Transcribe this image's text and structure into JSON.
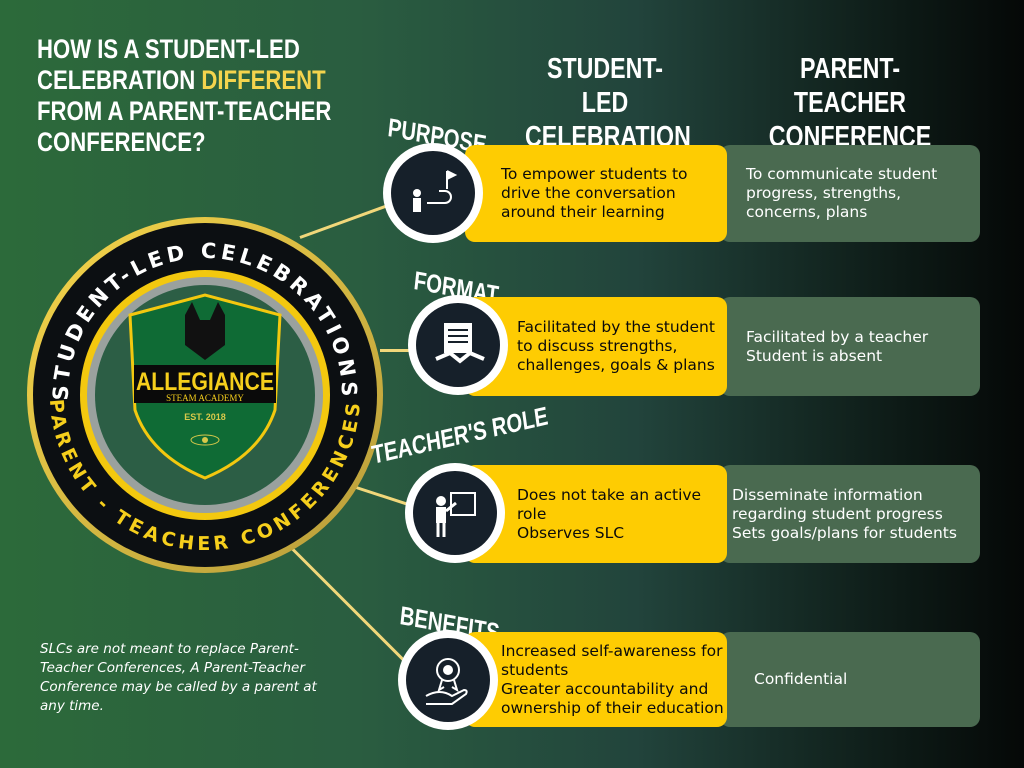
{
  "title": {
    "line1": "HOW IS A STUDENT-LED",
    "line2a": "CELEBRATION ",
    "highlight": "DIFFERENT",
    "line3": "FROM A PARENT-TEACHER",
    "line4": "CONFERENCE?"
  },
  "columns": {
    "slc": "STUDENT-LED CELEBRATION",
    "ptc": "PARENT-TEACHER CONFERENCE"
  },
  "emblem": {
    "ring_top": "STUDENT-LED CELEBRATIONS",
    "ring_bottom": "PARENT - TEACHER CONFERENCES",
    "school": "ALLEGIANCE",
    "subtitle": "STEAM ACADEMY",
    "est": "EST. 2018"
  },
  "rows": [
    {
      "label": "PURPOSE",
      "icon": "goal-path-icon",
      "slc": "To empower students to drive the conversation around their learning",
      "ptc": "To communicate student progress, strengths, concerns, plans"
    },
    {
      "label": "FORMAT",
      "icon": "handshake-document-icon",
      "slc": "Facilitated by the student to discuss strengths, challenges, goals & plans",
      "ptc": "Facilitated by a teacher\nStudent is absent"
    },
    {
      "label": "TEACHER'S ROLE",
      "icon": "presenter-board-icon",
      "slc": "Does not take an active role\nObserves SLC",
      "ptc": "Disseminate information regarding student progress\nSets goals/plans for students"
    },
    {
      "label": "BENEFITS",
      "icon": "award-hand-icon",
      "slc": "Increased self-awareness for students\nGreater accountability and ownership of their education",
      "ptc": "Confidential"
    }
  ],
  "note": "SLCs are not meant to replace Parent-Teacher Conferences, A Parent-Teacher Conference may be called by a parent at any time.",
  "colors": {
    "yellow": "#fecc02",
    "green_box": "#4a6a50",
    "accent_text": "#f4d44d"
  }
}
